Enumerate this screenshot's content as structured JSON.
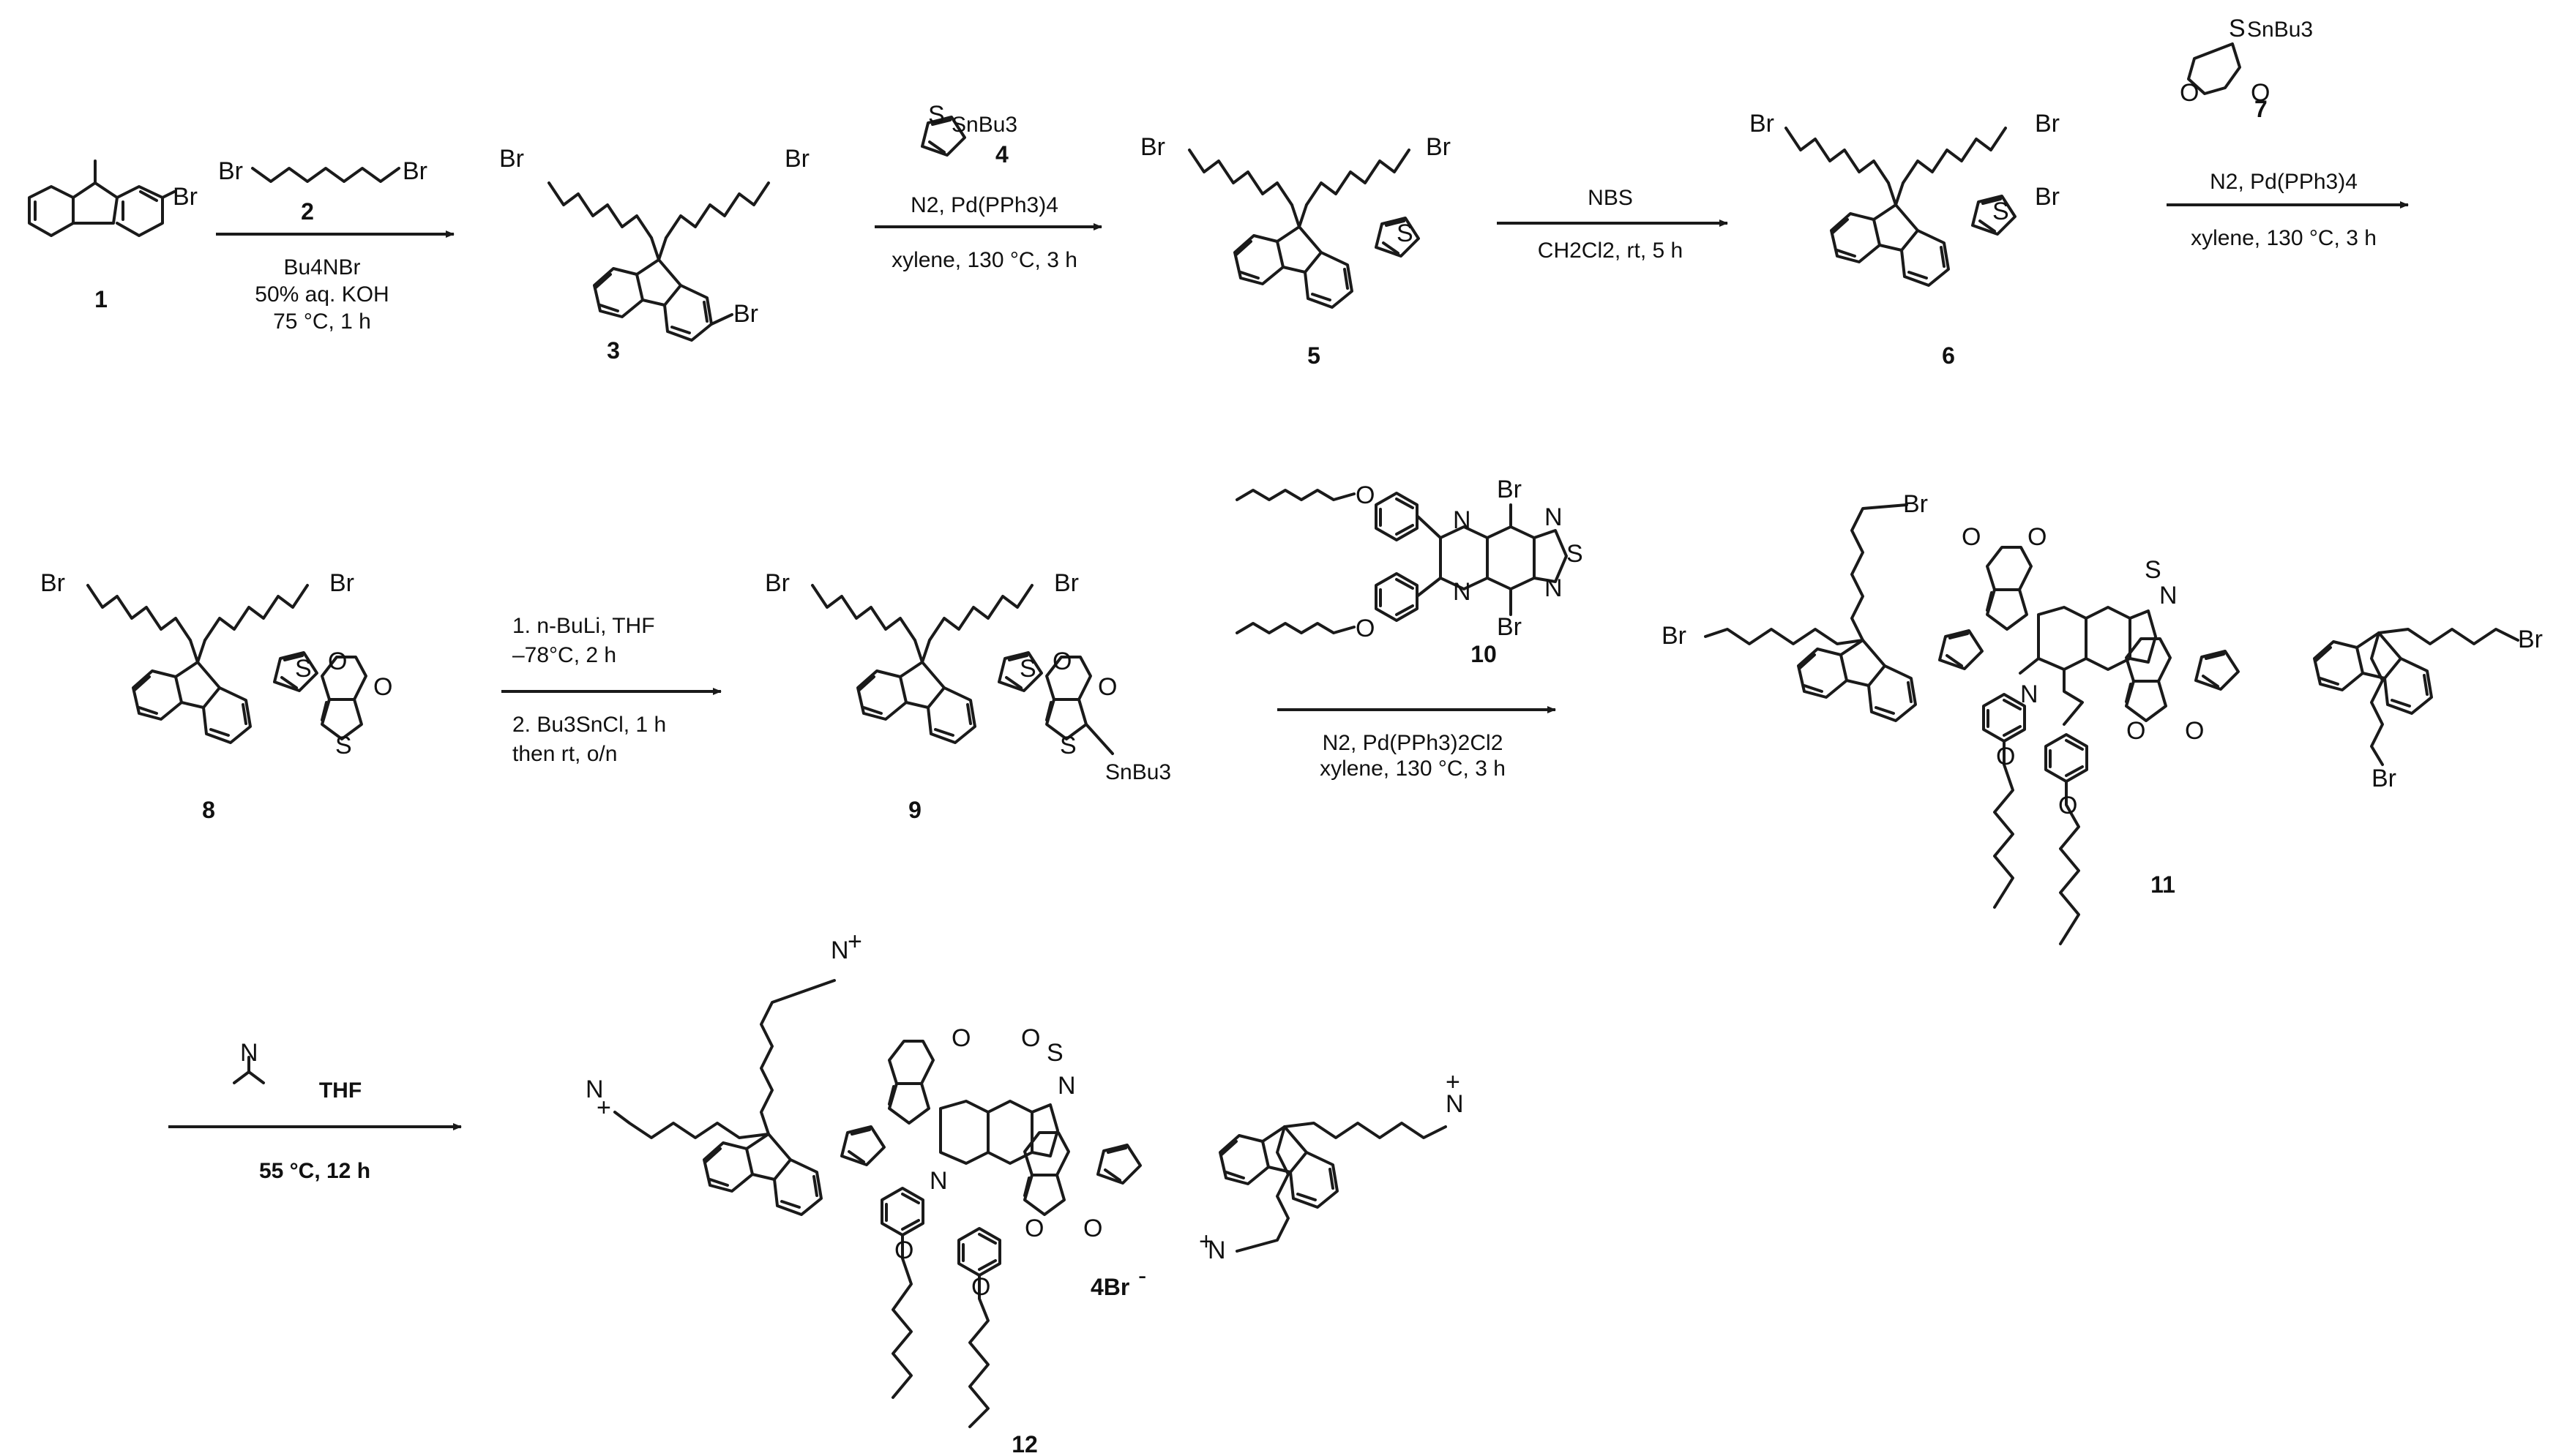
{
  "compounds": {
    "c1": {
      "number": "1"
    },
    "c2": {
      "number": "2"
    },
    "c3": {
      "number": "3"
    },
    "c4": {
      "number": "4",
      "stannyl": "SnBu3"
    },
    "c5": {
      "number": "5"
    },
    "c6": {
      "number": "6"
    },
    "c7": {
      "number": "7",
      "stannyl": "SnBu3"
    },
    "c8": {
      "number": "8"
    },
    "c9": {
      "number": "9",
      "stannyl": "SnBu3"
    },
    "c10": {
      "number": "10"
    },
    "c11": {
      "number": "11"
    },
    "c12": {
      "number": "12",
      "counterion": "4Br"
    }
  },
  "atoms": {
    "br": "Br",
    "s": "S",
    "n": "N",
    "o": "O",
    "plus": "+",
    "minus": "-"
  },
  "steps": {
    "s1": {
      "line1": "Bu4NBr",
      "line2": "50% aq. KOH",
      "line3": "75 °C, 1 h"
    },
    "s2": {
      "top": "N2, Pd(PPh3)4",
      "bottom": "xylene, 130 °C, 3 h"
    },
    "s3": {
      "top": "NBS",
      "bottom": "CH2Cl2, rt, 5 h"
    },
    "s4": {
      "top": "N2, Pd(PPh3)4",
      "bottom": "xylene, 130 °C, 3 h"
    },
    "s5": {
      "line1": "1. n-BuLi, THF",
      "line2": "–78°C, 2 h",
      "line3": "2. Bu3SnCl, 1 h",
      "line4": "then rt, o/n"
    },
    "s6": {
      "top": "N2, Pd(PPh3)2Cl2",
      "bottom": "xylene, 130 °C, 3 h"
    },
    "s7": {
      "top": "THF",
      "bottom": "55 °C, 12 h"
    }
  }
}
